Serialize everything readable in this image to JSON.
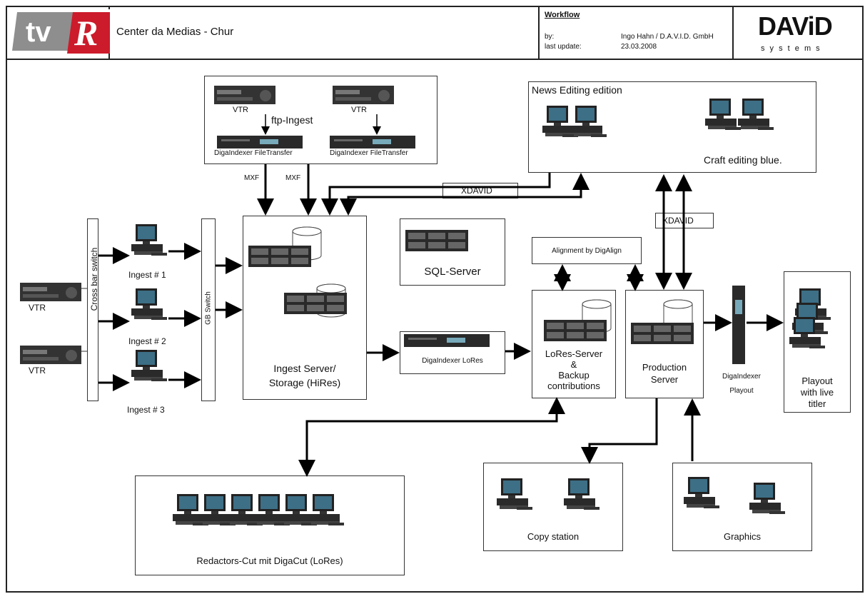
{
  "header": {
    "center_name": "Center da Medias - Chur",
    "doc_title": "Workflow",
    "by_label": "by:",
    "by_value": "Ingo Hahn / D.A.V.I.D. GmbH",
    "update_label": "last update:",
    "update_value": "23.03.2008",
    "brand_logo_text": "DAViD",
    "brand_sub_text": "s y s t e m s",
    "tv_logo_text": "tv"
  },
  "colors": {
    "tv_red": "#cc1b2b",
    "tv_gray": "#8e8e8e",
    "screen": "#3d6f86",
    "device_dark": "#2a2a2a"
  },
  "labels": {
    "vtr1": "VTR",
    "vtr2": "VTR",
    "vtr_top1": "VTR",
    "vtr_top2": "VTR",
    "ftp_ingest": "ftp-Ingest",
    "diga_ft1": "DigaIndexer FileTransfer",
    "diga_ft2": "DigaIndexer FileTransfer",
    "mxf1": "MXF",
    "mxf2": "MXF",
    "xdavid_top": "XDAVID",
    "xdavid_right": "XDAVID",
    "news_editing": "News Editing edition",
    "craft_editing": "Craft editing blue.",
    "cross_bar": "Cross bar switch",
    "gb_switch": "GB Switch",
    "ingest1": "Ingest # 1",
    "ingest2": "Ingest # 2",
    "ingest3": "Ingest # 3",
    "ingest_server_1": "Ingest Server/",
    "ingest_server_2": "Storage (HiRes)",
    "sql_server": "SQL-Server",
    "diga_lores": "DigaIndexer LoRes",
    "alignment": "Alignment by DigAlign",
    "lores_1": "LoRes-Server",
    "lores_2": "&",
    "lores_3": "Backup",
    "lores_4": "contributions",
    "production_1": "Production",
    "production_2": "Server",
    "diga_playout_1": "DigaIndexer",
    "diga_playout_2": "Playout",
    "playout_1": "Playout",
    "playout_2": "with live",
    "playout_3": "titler",
    "redactors": "Redactors-Cut mit DigaCut (LoRes)",
    "copy_station": "Copy station",
    "graphics": "Graphics"
  }
}
